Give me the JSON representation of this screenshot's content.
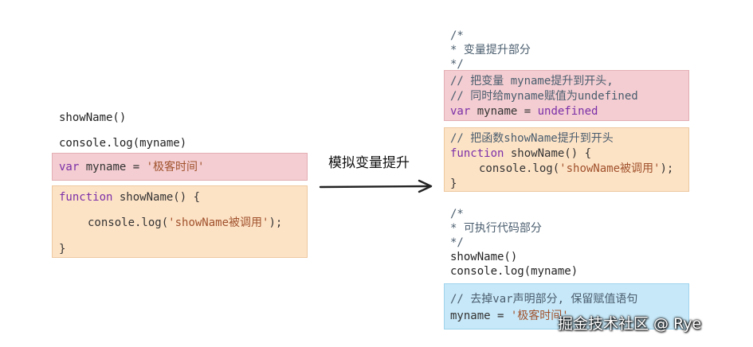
{
  "left": {
    "line1": "showName()",
    "line2": "console.log(myname)",
    "red_block": {
      "kw": "var",
      "rest": " myname = ",
      "str": "'极客时间'"
    },
    "orange_block": {
      "line1_kw": "function",
      "line1_rest": " showName() {",
      "line2_pre": "console.log(",
      "line2_str": "'showName被调用'",
      "line2_post": ");",
      "line3": "}"
    }
  },
  "arrow": {
    "label": "模拟变量提升"
  },
  "right": {
    "top_comment": [
      "/*",
      "* 变量提升部分",
      "*/"
    ],
    "red_block": {
      "comment1": "// 把变量 myname提升到开头,",
      "comment2": "// 同时给myname赋值为undefined",
      "code_kw": "var",
      "code_rest": " myname = ",
      "code_val": "undefined"
    },
    "orange_block": {
      "comment": "// 把函数showName提升到开头",
      "line1_kw": "function",
      "line1_rest": " showName() {",
      "line2_pre": "console.log(",
      "line2_str": "'showName被调用'",
      "line2_post": ");",
      "line3": "}"
    },
    "mid_comment": [
      "/*",
      "* 可执行代码部分",
      "*/"
    ],
    "exec_lines": [
      "showName()",
      "console.log(myname)"
    ],
    "blue_block": {
      "comment": "// 去掉var声明部分, 保留赋值语句",
      "code_pre": "myname = ",
      "code_str": "'极客时间'"
    }
  },
  "watermark": "掘金技术社区 @ Rye",
  "colors": {
    "red_block": "#f3cdd1",
    "orange_block": "#fde3c6",
    "blue_block": "#c7e8f8",
    "keyword": "#7b2fa8"
  }
}
